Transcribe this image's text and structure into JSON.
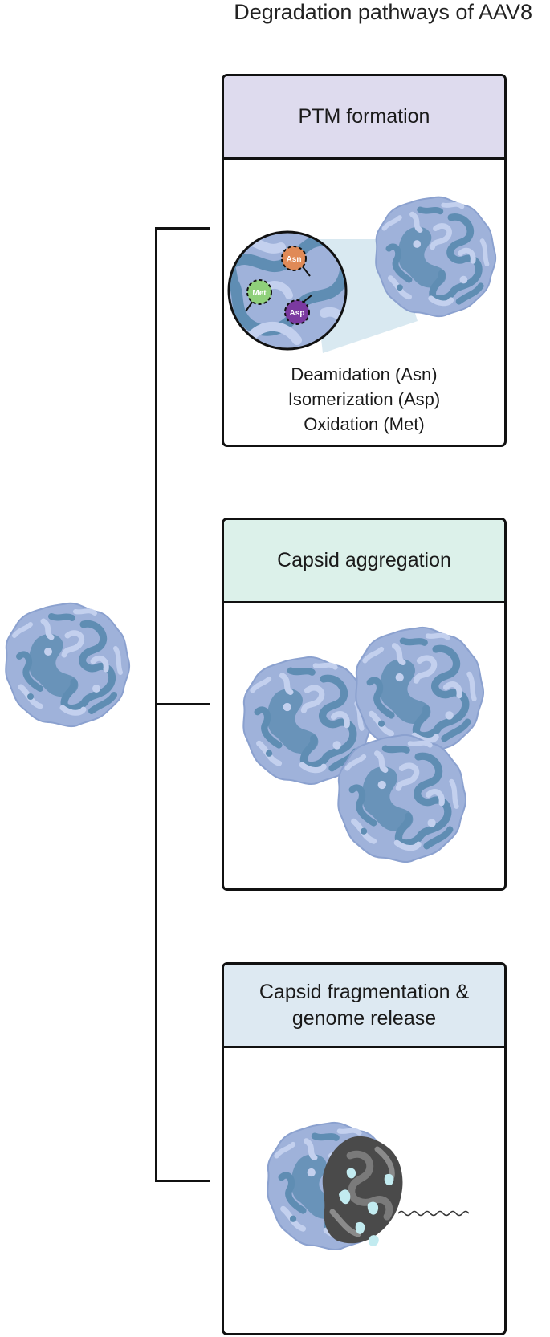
{
  "figure": {
    "title": "Degradation pathways of AAV8"
  },
  "panels": [
    {
      "header": "PTM formation",
      "header_color": "#dedbee",
      "descriptions": [
        "Deamidation (Asn)",
        "Isomerization (Asp)",
        "Oxidation (Met)"
      ],
      "residues": [
        {
          "label": "Asn",
          "color": "#e08a57"
        },
        {
          "label": "Met",
          "color": "#8fd07a"
        },
        {
          "label": "Asp",
          "color": "#7b3aa0"
        }
      ]
    },
    {
      "header": "Capsid aggregation",
      "header_color": "#dcf1ea"
    },
    {
      "header": "Capsid fragmentation & genome release",
      "header_color": "#dde9f2"
    }
  ],
  "colors": {
    "capsid_base": "#9fb2da",
    "capsid_dark": "#5f8db3",
    "capsid_light": "#bccbec",
    "fragment_dark": "#4a4a4a",
    "fragment_mid": "#7a7a7a",
    "genome_cyan": "#c2ebf0",
    "zoom_cone": "#d5e7ef",
    "line": "#111111"
  }
}
